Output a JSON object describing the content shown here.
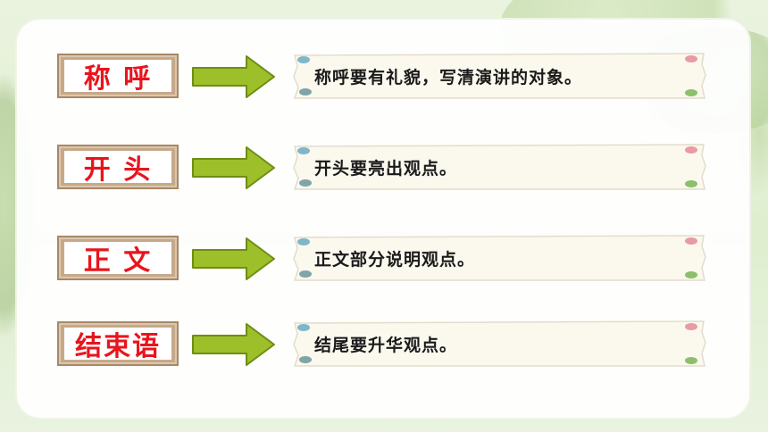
{
  "rows": [
    {
      "label": "称 呼",
      "text": "称呼要有礼貌，写清演讲的对象。"
    },
    {
      "label": "开 头",
      "text": "开头要亮出观点。"
    },
    {
      "label": "正 文",
      "text": "正文部分说明观点。"
    },
    {
      "label": "结束语",
      "text": "结尾要升华观点。"
    }
  ],
  "colors": {
    "label_text": "#e8151d",
    "arrow_fill": "#9dbf2a",
    "arrow_stroke": "#6f8d14",
    "frame": "#c6a98a",
    "note_bg": "#fbf8ee",
    "dot_blue": "#7fb6c9",
    "dot_pink": "#e99aa4",
    "dot_green": "#8cc06a"
  }
}
